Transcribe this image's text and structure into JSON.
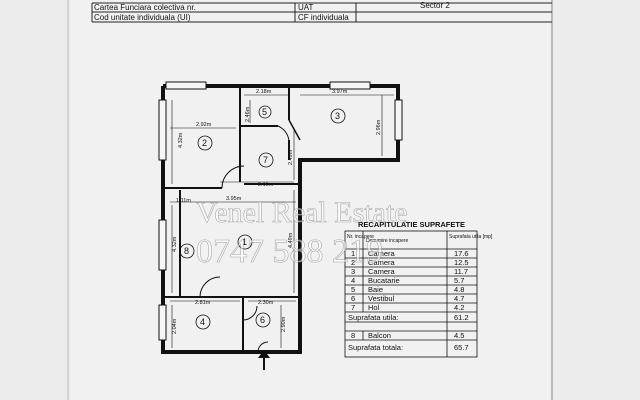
{
  "header": {
    "row1_left": "Cartea Funciara colectiva  nr.",
    "row1_mid": "UAT",
    "row1_right": "Sector 2",
    "row2_left": "Cod unitate individuala (UI)",
    "row2_mid": "CF individuala"
  },
  "dimensions": {
    "d_218": "2.18m",
    "d_397": "3.97m",
    "d_292": "2.92m",
    "d_432_top": "4.32m",
    "d_246": "2.46m",
    "d_296": "2.96m",
    "d_216": "2.16m",
    "d_249": "2.49m",
    "d_111": "1.11m",
    "d_395": "3.95m",
    "d_432_left": "4.32m",
    "d_449": "4.49m",
    "d_281": "2.81m",
    "d_230": "2.30m",
    "d_194": "2.04m",
    "d_290": "2.90m"
  },
  "rooms": {
    "r1": "1",
    "r2": "2",
    "r3": "3",
    "r4": "4",
    "r5": "5",
    "r6": "6",
    "r7": "7",
    "r8": "8"
  },
  "watermark": {
    "line1": "Venel Real Estate",
    "line2": "0747 588 219"
  },
  "table": {
    "title": "RECAPITULATIE SUPRAFETE",
    "col_nr": "Nr. incapere",
    "col_name": "Denumire incapere",
    "col_area": "Suprafata utila [mp]",
    "rows": [
      {
        "nr": "1",
        "name": "Camera",
        "area": "17.6"
      },
      {
        "nr": "2",
        "name": "Camera",
        "area": "12.5"
      },
      {
        "nr": "3",
        "name": "Camera",
        "area": "11.7"
      },
      {
        "nr": "4",
        "name": "Bucatarie",
        "area": "5.7"
      },
      {
        "nr": "5",
        "name": "Baie",
        "area": "4.8"
      },
      {
        "nr": "6",
        "name": "Vestibul",
        "area": "4.7"
      },
      {
        "nr": "7",
        "name": "Hol",
        "area": "4.2"
      }
    ],
    "utila_label": "Suprafata utila:",
    "utila_value": "61.2",
    "balcon_nr": "8",
    "balcon_name": "Balcon",
    "balcon_area": "4.5",
    "totala_label": "Suprafata totala:",
    "totala_value": "65.7"
  }
}
